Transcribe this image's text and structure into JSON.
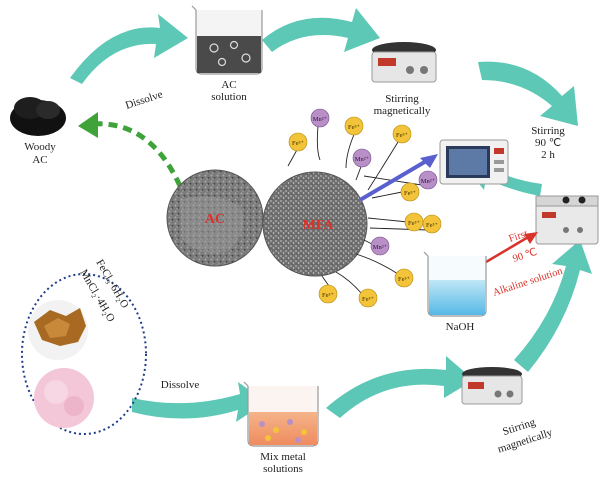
{
  "labels": {
    "woody_ac": [
      "Woody",
      "AC"
    ],
    "dissolve_top": "Dissolve",
    "ac_solution": [
      "AC",
      "solution"
    ],
    "stirring_mag_top": [
      "Stirring",
      "magnetically"
    ],
    "stirring_90": [
      "Stirring",
      "90 ℃",
      "2 h"
    ],
    "ac_core": "AC",
    "mfa_core": "MFA",
    "naoh": "NaOH",
    "first": "First",
    "temp_90": "90 ℃",
    "alkaline": "Alkaline solution",
    "dissolve_bottom": "Dissolve",
    "mix_metal": [
      "Mix metal",
      "solutions"
    ],
    "stirring_mag_bottom": [
      "Stirring",
      "magnetically"
    ],
    "formula_fe": "FeCl₃·6H₂O",
    "formula_mn": "MnCl₂·4H₂O"
  },
  "ions": {
    "fe": "Fe³⁺",
    "mn": "Mn²⁺"
  },
  "colors": {
    "arrow_teal": "#4fc3b0",
    "dashed_green": "#3fa33a",
    "fe_ion": "#f3c43a",
    "mn_ion": "#b98fc7",
    "red_text": "#d8322a",
    "blue_arrow": "#5a5fcf"
  }
}
